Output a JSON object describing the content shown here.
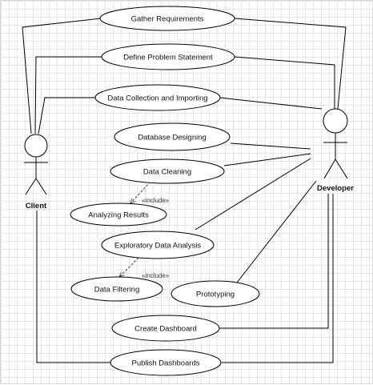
{
  "actors": {
    "client": "Client",
    "developer": "Developer"
  },
  "use_cases": {
    "gather_requirements": "Gather Requirements",
    "define_problem_statement": "Define Problem Statement",
    "data_collection": "Data Collection and Importing",
    "database_designing": "Database Designing",
    "data_cleaning": "Data Cleaning",
    "analyzing_results": "Analyzing Results",
    "exploratory_data_analysis": "Exploratory Data Analysis",
    "data_filtering": "Data Filtering",
    "prototyping": "Prototyping",
    "create_dashboard": "Create Dashboard",
    "publish_dashboards": "Publish Dashboards"
  },
  "relationships": {
    "include_1": "«include»",
    "include_2": "«include»"
  }
}
